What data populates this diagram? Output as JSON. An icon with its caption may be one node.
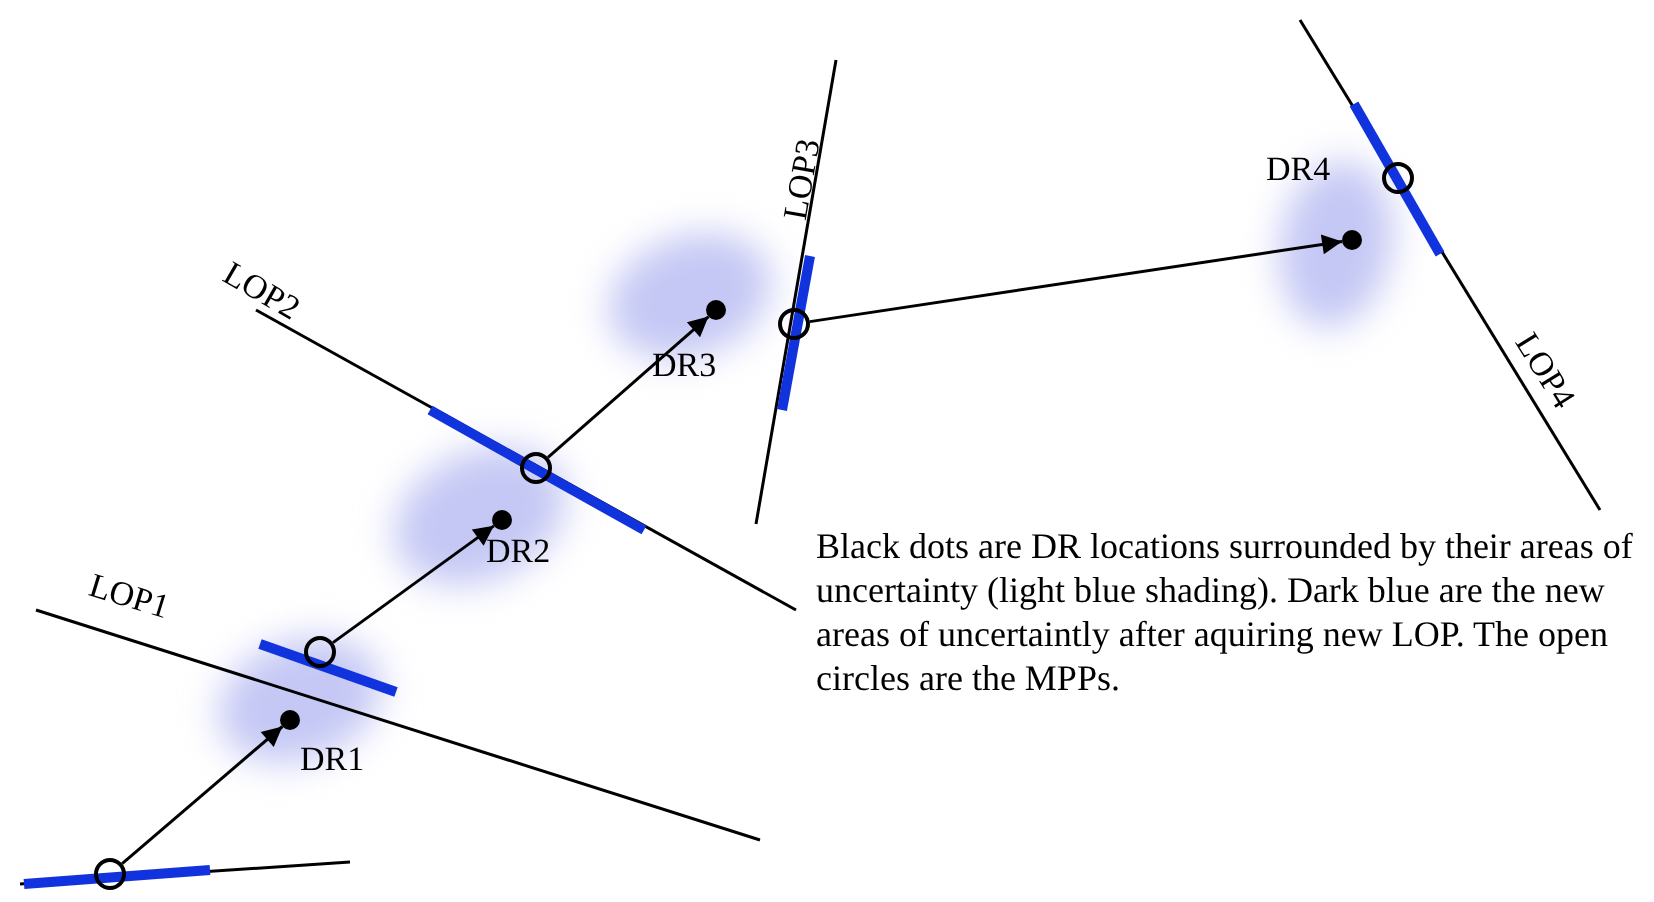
{
  "diagram": {
    "nodes": [
      {
        "text": [],
        "shape": "circle"
      },
      {
        "text": [],
        "shape": "circle",
        "beside": [
          "DR1"
        ]
      },
      {
        "text": [],
        "shape": "circle"
      },
      {
        "text": [],
        "shape": "circle",
        "beside": [
          "DR2"
        ]
      },
      {
        "text": [],
        "shape": "circle"
      },
      {
        "text": [],
        "shape": "circle",
        "beside": [
          "DR3"
        ]
      },
      {
        "text": [],
        "shape": "circle"
      },
      {
        "text": [],
        "shape": "circle",
        "beside": [
          "DR4"
        ]
      },
      {
        "text": [],
        "shape": "circle"
      }
    ],
    "edges": [
      {
        "from": 0,
        "to": 1,
        "arrow": "to"
      },
      {
        "from": 2,
        "to": 3,
        "arrow": "to"
      },
      {
        "from": 4,
        "to": 5,
        "arrow": "to"
      },
      {
        "from": 6,
        "to": 7,
        "arrow": "to"
      }
    ],
    "labels": [
      "LOP1",
      "LOP2",
      "LOP3",
      "LOP4",
      "Black dots are DR locations surrounded by their areas of uncertainty (light blue shading).  Dark blue are the new areas of uncertaintly after aquiring new LOP. The open circles are the MPPs."
    ]
  }
}
